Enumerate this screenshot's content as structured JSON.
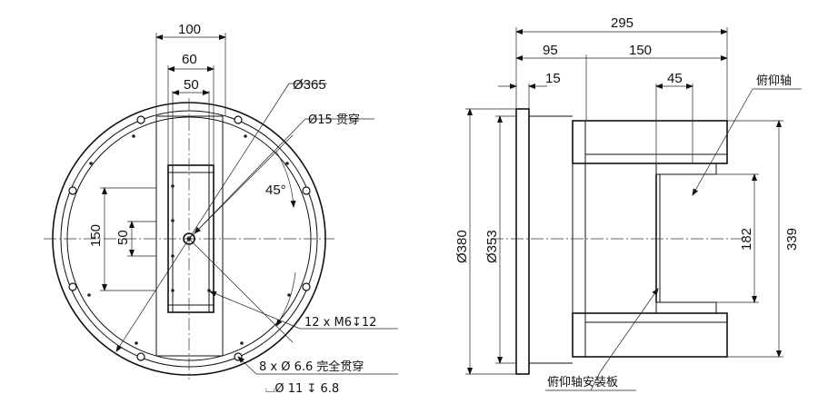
{
  "front_view": {
    "dim_100": "100",
    "dim_60": "60",
    "dim_50_top": "50",
    "dim_phi365": "Ø365",
    "dim_phi15": "Ø15 贯穿",
    "dim_45deg": "45°",
    "dim_150": "150",
    "dim_50_side": "50",
    "note_m6": "12 x  M6↧12",
    "note_hole_a": "8 x  Ø  6.6 完全贯穿",
    "note_hole_b": "⌴Ø  11  ↧  6.8"
  },
  "side_view": {
    "dim_295": "295",
    "dim_95": "95",
    "dim_150": "150",
    "dim_15": "15",
    "dim_45": "45",
    "dim_phi380": "Ø380",
    "dim_phi353": "Ø353",
    "dim_182": "182",
    "dim_339": "339",
    "label_axis": "俯仰轴",
    "label_plate": "俯仰轴安装板"
  }
}
